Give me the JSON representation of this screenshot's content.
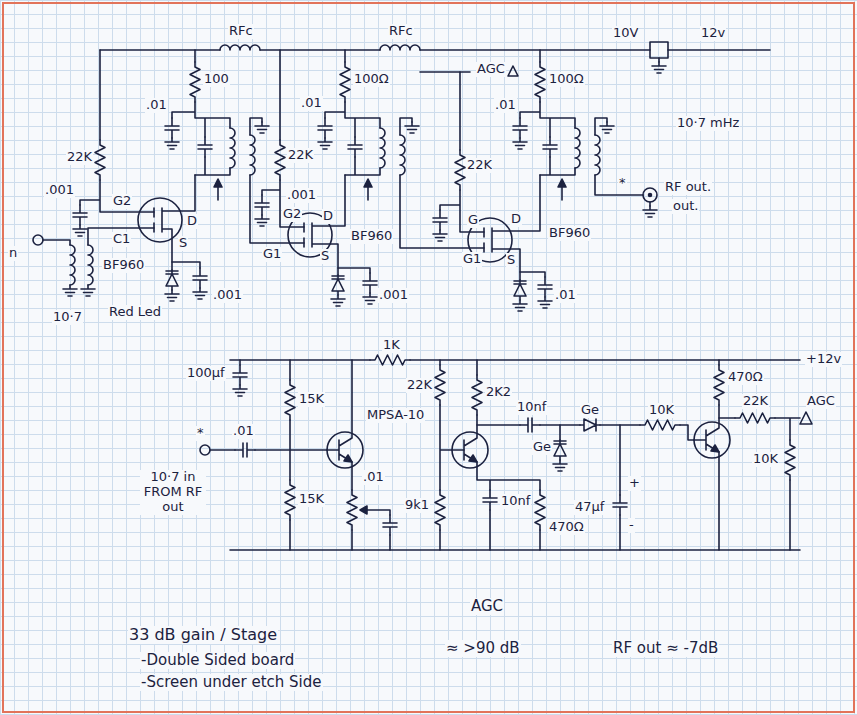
{
  "diagram": {
    "labels": [
      "RFc",
      "RFc",
      "10V",
      "12v",
      "AGC",
      "100",
      ".01",
      "22K",
      ".001",
      "G2",
      "C1",
      "D",
      "S",
      "BF960",
      "n",
      "10·7",
      "Red Led",
      ".001",
      "22K",
      ".001",
      "100Ω",
      ".01",
      "G2",
      "S",
      "G1",
      "D",
      "BF960",
      ".001",
      "22K",
      "G",
      "G1",
      "S",
      "D",
      "BF960",
      ".01",
      "100Ω",
      ".01",
      "10·7 mHz",
      "*",
      "RF out.",
      "out.",
      "1K",
      "+12v",
      "100μf",
      "15K",
      "15K",
      "*",
      "10·7 in FROM RF out",
      ".01",
      "MPSA-10",
      ".01",
      "22K",
      "9k1",
      "10nf",
      "470Ω",
      "2K2",
      "10nf",
      "Ge",
      "Ge",
      "10K",
      "+",
      "47μf",
      "-",
      "470Ω",
      "22K",
      "AGC",
      "10K",
      "33 dB gain / Stage",
      "-Double Sided board",
      "-Screen under etch Side",
      "AGC",
      "≈ >90 dB",
      "RF out ≈ -7dB"
    ]
  }
}
